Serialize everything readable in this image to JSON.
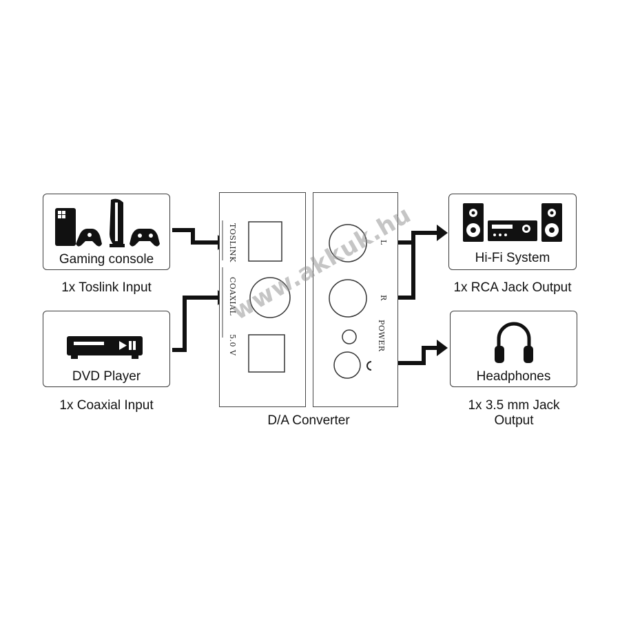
{
  "sources": {
    "gaming": {
      "label": "Gaming console",
      "caption": "1x Toslink Input"
    },
    "dvd": {
      "label": "DVD Player",
      "caption": "1x Coaxial Input"
    }
  },
  "outputs": {
    "hifi": {
      "label": "Hi-Fi System",
      "caption": "1x RCA Jack Output"
    },
    "headphones": {
      "label": "Headphones",
      "caption_line1": "1x 3.5 mm Jack",
      "caption_line2": "Output"
    }
  },
  "converter": {
    "caption": "D/A Converter",
    "left_panel": {
      "toslink": "TOSLINK",
      "coaxial": "COAXIAL",
      "voltage": "5.0 V"
    },
    "right_panel": {
      "l": "L",
      "r": "R",
      "power": "POWER"
    }
  },
  "watermark": "www.akkuk.hu",
  "colors": {
    "line": "#111111",
    "border": "#3a3a3a"
  }
}
